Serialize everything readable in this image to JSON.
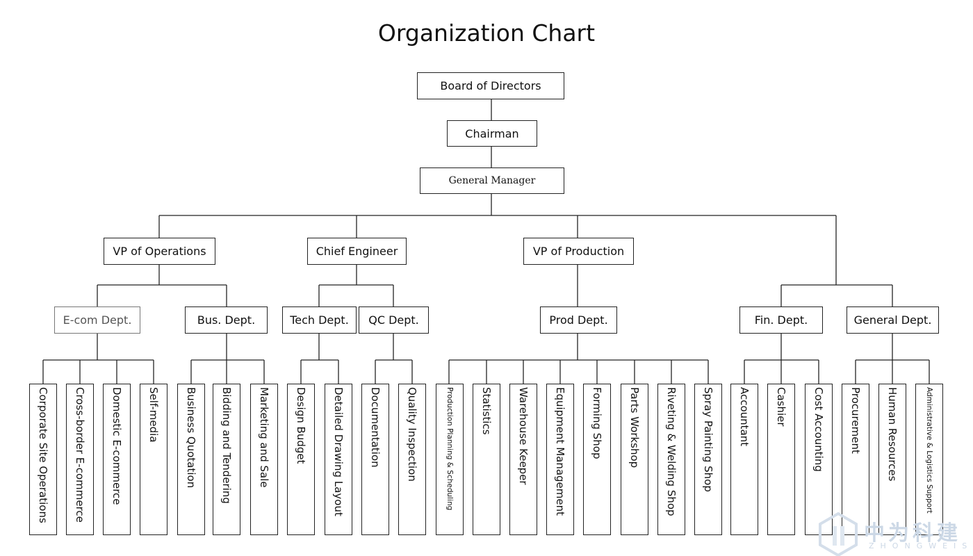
{
  "title": "Organization Chart",
  "watermark": {
    "main": "中为科建",
    "sub": "ZHONGWEISC"
  },
  "nodes": {
    "board": "Board of Directors",
    "chairman": "Chairman",
    "gm": "General Manager",
    "vp_ops": "VP of Operations",
    "chief_eng": "Chief Engineer",
    "vp_prod": "VP of Production",
    "ecom": "E-com Dept.",
    "bus": "Bus. Dept.",
    "tech": "Tech Dept.",
    "qc": "QC Dept.",
    "prod": "Prod Dept.",
    "fin": "Fin. Dept.",
    "general": "General Dept."
  },
  "leaves": {
    "ecom": [
      "Corporate Site Operations",
      "Cross-border E-commerce",
      "Domestic E-commerce",
      "Self-media"
    ],
    "bus": [
      "Business Quotation",
      "Bidding and Tendering",
      "Marketing and Sale"
    ],
    "tech": [
      "Design Budget",
      "Detailed Drawing Layout"
    ],
    "qc": [
      "Documentation",
      "Quality Inspection"
    ],
    "prod": [
      "Production Planning & Scheduling",
      "Statistics",
      "Warehouse Keeper",
      "Equipment Management",
      "Forming Shop",
      "Parts Workshop",
      "Riveting & Welding Shop",
      "Spray Painting Shop"
    ],
    "fin": [
      "Accountant",
      "Cashier",
      "Cost Accounting"
    ],
    "general": [
      "Procurement",
      "Human Resources",
      "Administrative & Logistics Support"
    ]
  }
}
